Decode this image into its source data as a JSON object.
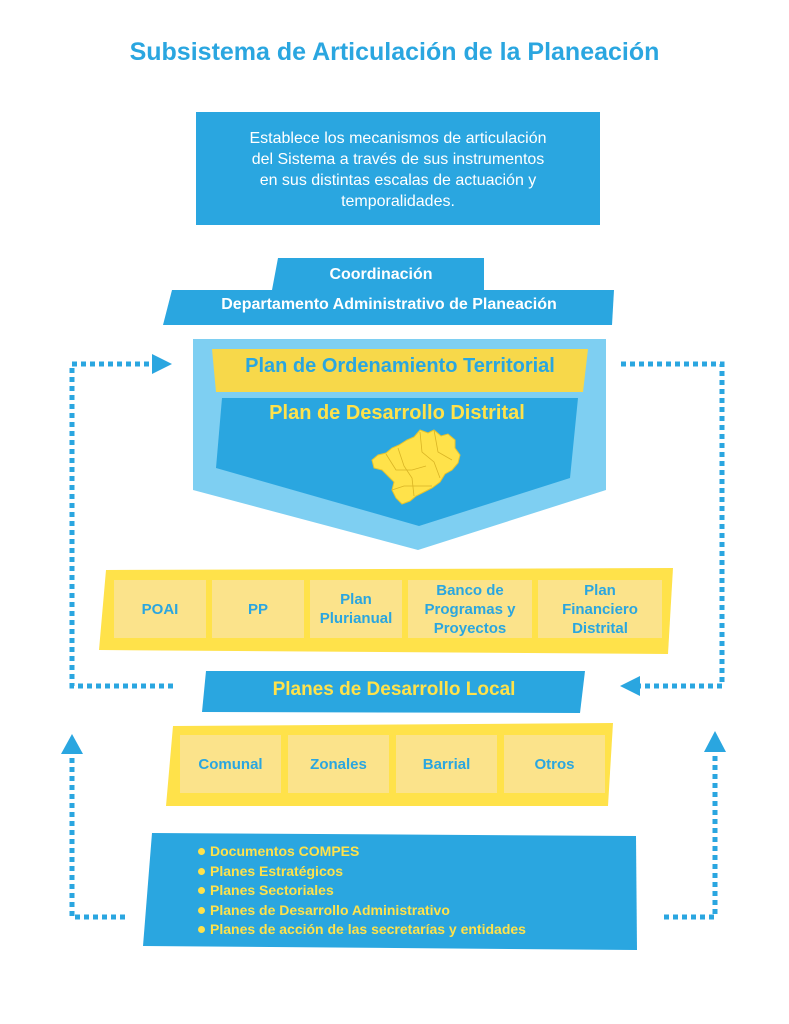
{
  "title": "Subsistema de Articulación de la Planeación",
  "description": [
    "Establece los  mecanismos de  articulación",
    "del  Sistema a través de  sus instrumentos",
    "en sus  distintas escalas de  actuación y",
    "temporalidades."
  ],
  "coordination": {
    "line1": "Coordinación",
    "line2": "Departamento Administrativo de Planeación"
  },
  "pot": "Plan de Ordenamiento Territorial",
  "pdd": "Plan de Desarrollo Distrital",
  "instruments": [
    {
      "label": "POAI"
    },
    {
      "label": "PP"
    },
    {
      "label": "Plan\nPlurianual"
    },
    {
      "label": "Banco de\nProgramas y\nProyectos"
    },
    {
      "label": "Plan\nFinanciero\nDistrital"
    }
  ],
  "local": "Planes de Desarrollo Local",
  "local_scales": [
    {
      "label": "Comunal"
    },
    {
      "label": "Zonales"
    },
    {
      "label": "Barrial"
    },
    {
      "label": "Otros"
    }
  ],
  "documents": [
    "Documentos COMPES",
    "Planes Estratégicos",
    "Planes Sectoriales",
    "Planes de Desarrollo Administrativo",
    "Planes de acción de las secretarías y entidades"
  ],
  "colors": {
    "blue": "#2aa6e0",
    "light_blue": "#7ecff2",
    "yellow": "#ffe24a",
    "pale_yellow": "#fbe38b"
  }
}
